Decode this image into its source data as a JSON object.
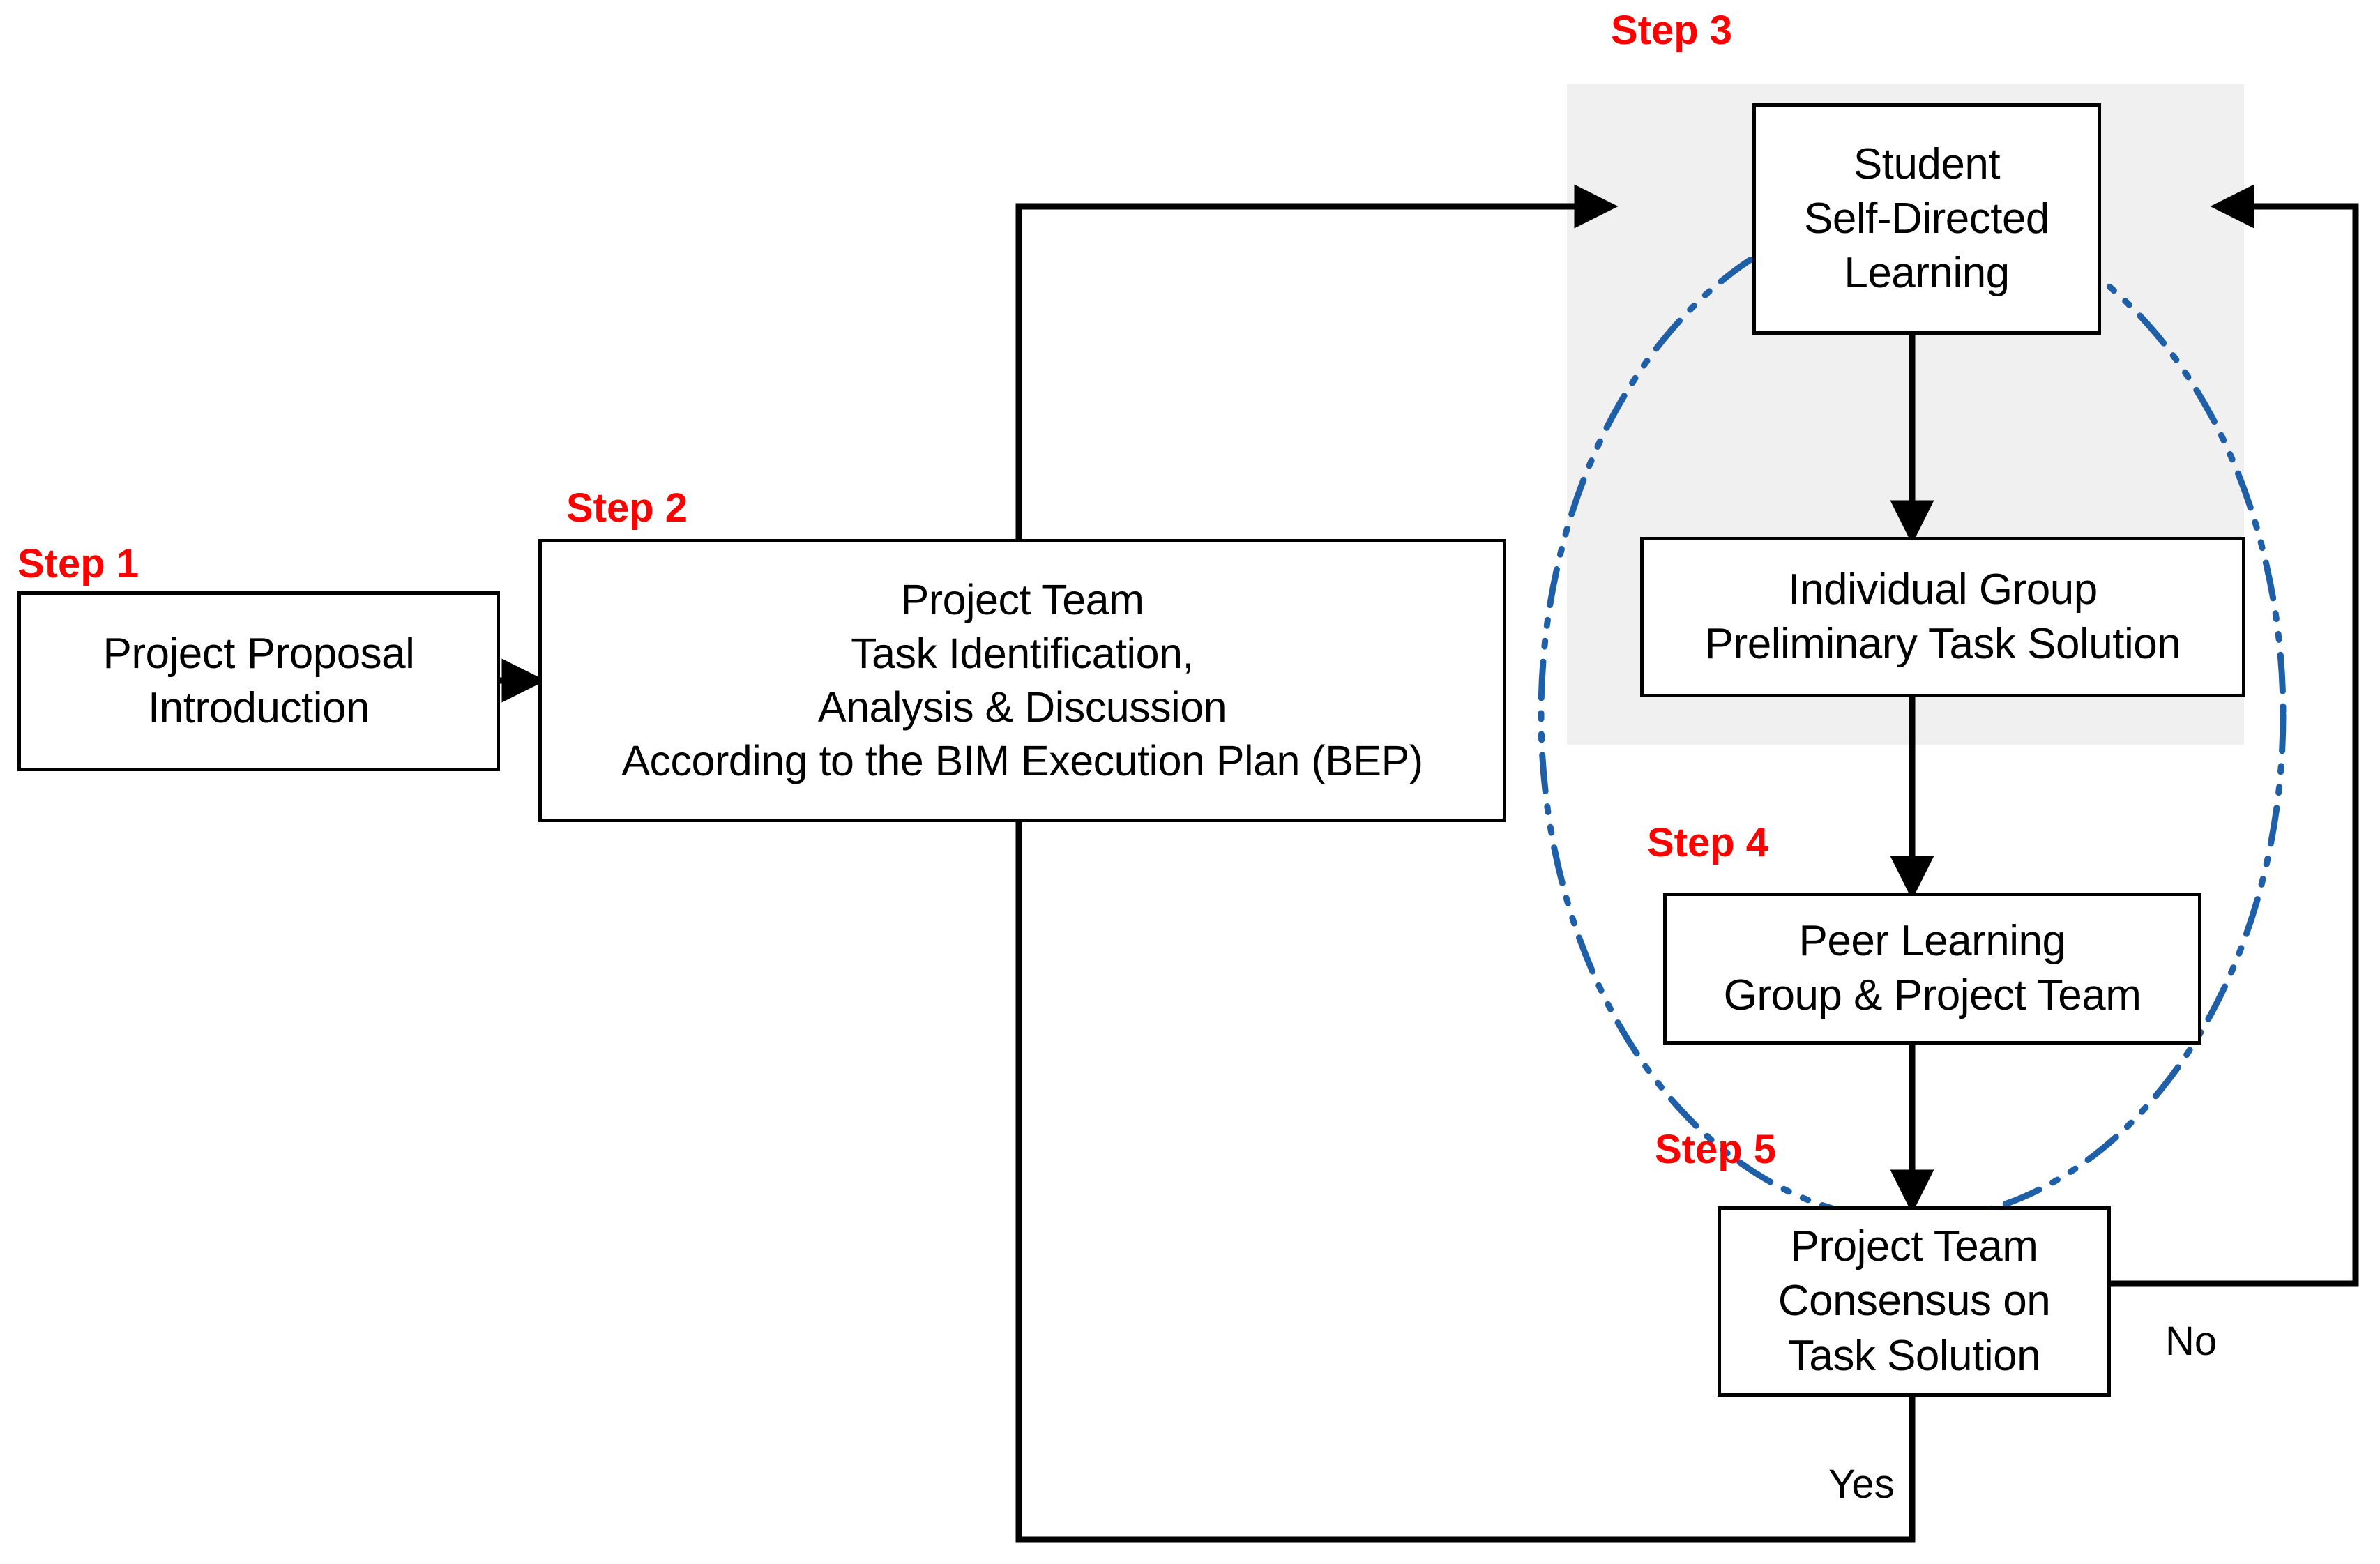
{
  "diagram": {
    "title": "Project-Based BIM Learning Process Flowchart",
    "colors": {
      "step_label": "#ff0000",
      "box_border": "#000000",
      "shaded_region": "#f0f0f0",
      "cycle_ellipse": "#1f5fa8",
      "connector": "#000000",
      "background": "#ffffff"
    },
    "step_labels": [
      {
        "id": "step1",
        "text": "Step 1"
      },
      {
        "id": "step2",
        "text": "Step 2"
      },
      {
        "id": "step3",
        "text": "Step 3"
      },
      {
        "id": "step4",
        "text": "Step 4"
      },
      {
        "id": "step5",
        "text": "Step 5"
      }
    ],
    "nodes": [
      {
        "id": "project-proposal-introduction",
        "step": "Step 1",
        "lines": [
          "Project Proposal",
          "Introduction"
        ]
      },
      {
        "id": "project-team-task-identification",
        "step": "Step 2",
        "lines": [
          "Project Team",
          "Task Identification,",
          "Analysis & Discussion",
          "According to the BIM Execution Plan (BEP)"
        ]
      },
      {
        "id": "student-self-directed-learning",
        "step": "Step 3",
        "lines": [
          "Student",
          "Self-Directed",
          "Learning"
        ]
      },
      {
        "id": "individual-group-preliminary-task-solution",
        "step": "Step 3",
        "lines": [
          "Individual Group",
          "Preliminary Task Solution"
        ]
      },
      {
        "id": "peer-learning-group-project-team",
        "step": "Step 4",
        "lines": [
          "Peer Learning",
          "Group & Project Team"
        ]
      },
      {
        "id": "project-team-consensus-on-task-solution",
        "step": "Step 5",
        "lines": [
          "Project Team",
          "Consensus on",
          "Task Solution"
        ]
      }
    ],
    "edge_labels": [
      {
        "id": "no",
        "text": "No"
      },
      {
        "id": "yes",
        "text": "Yes"
      }
    ]
  }
}
